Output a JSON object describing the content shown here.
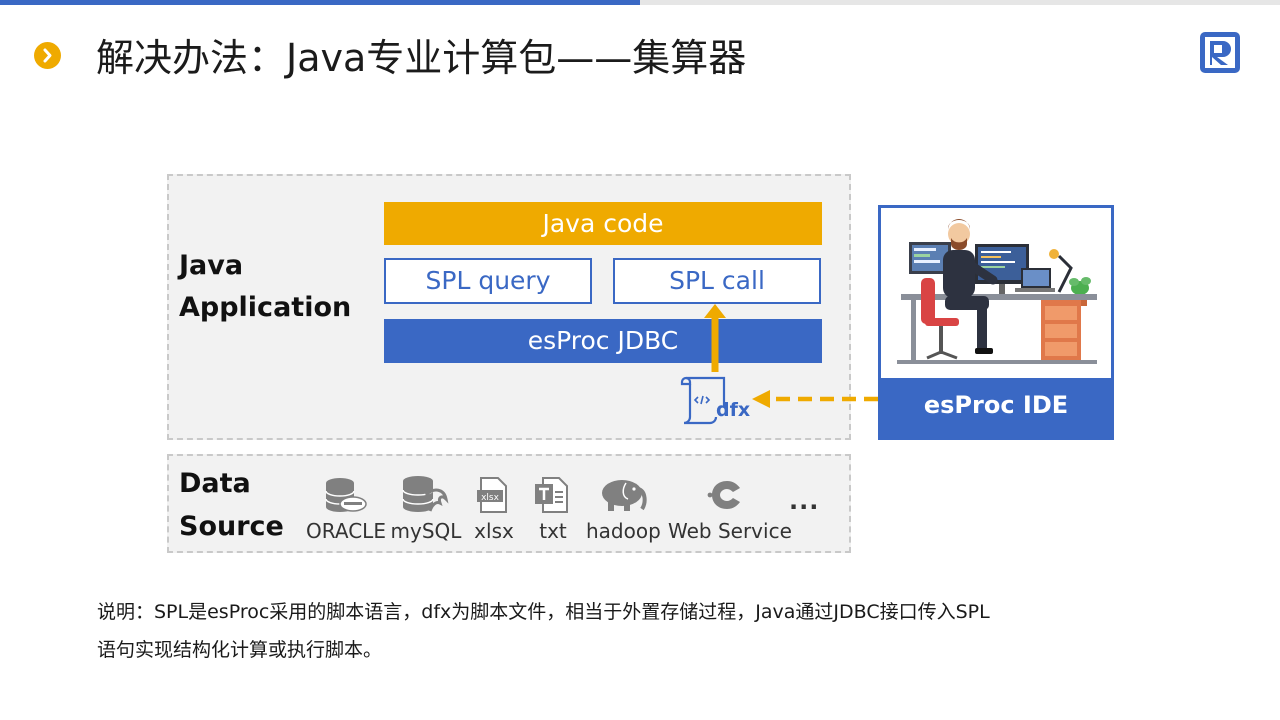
{
  "title": "解决办法：Java专业计算包——集算器",
  "bullet_icon": "chevron-right-icon",
  "logo_icon": "r-logo-icon",
  "colors": {
    "blue": "#3a68c4",
    "orange": "#efaa00",
    "panel": "#f2f2f2"
  },
  "java_app": {
    "label_line1": "Java",
    "label_line2": "Application",
    "java_code": "Java code",
    "spl_query": "SPL query",
    "spl_call": "SPL call",
    "esproc_jdbc": "esProc JDBC",
    "dfx_label": "dfx"
  },
  "ide": {
    "label": "esProc IDE"
  },
  "data_source": {
    "label_line1": "Data",
    "label_line2": "Source",
    "items": [
      {
        "label": "ORACLE",
        "icon": "oracle-database-icon"
      },
      {
        "label": "mySQL",
        "icon": "mysql-database-icon"
      },
      {
        "label": "xlsx",
        "icon": "xlsx-file-icon"
      },
      {
        "label": "txt",
        "icon": "txt-file-icon"
      },
      {
        "label": "hadoop",
        "icon": "hadoop-elephant-icon"
      },
      {
        "label": "Web Service",
        "icon": "web-service-icon"
      }
    ],
    "more": "..."
  },
  "note": {
    "line1": "说明：SPL是esProc采用的脚本语言，dfx为脚本文件，相当于外置存储过程，Java通过JDBC接口传入SPL",
    "line2": "语句实现结构化计算或执行脚本。"
  }
}
